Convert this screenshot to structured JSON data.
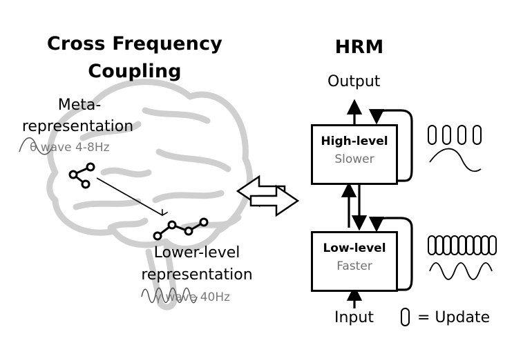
{
  "left": {
    "title_line1": "Cross Frequency",
    "title_line2": "Coupling",
    "meta_line1": "Meta-",
    "meta_line2": "representation",
    "theta_label": "θ wave 4-8Hz",
    "lower_line1": "Lower-level",
    "lower_line2": "representation",
    "gamma_label": "γ wave 40Hz"
  },
  "right": {
    "title": "HRM",
    "output_label": "Output",
    "input_label": "Input",
    "high_box": {
      "title": "High-level",
      "subtitle": "Slower"
    },
    "low_box": {
      "title": "Low-level",
      "subtitle": "Faster"
    },
    "legend_label": "= Update"
  },
  "icons": [
    "brain-icon",
    "graph-node-icon",
    "double-arrow-icon",
    "update-capsule-icon",
    "sine-wave-icon"
  ]
}
